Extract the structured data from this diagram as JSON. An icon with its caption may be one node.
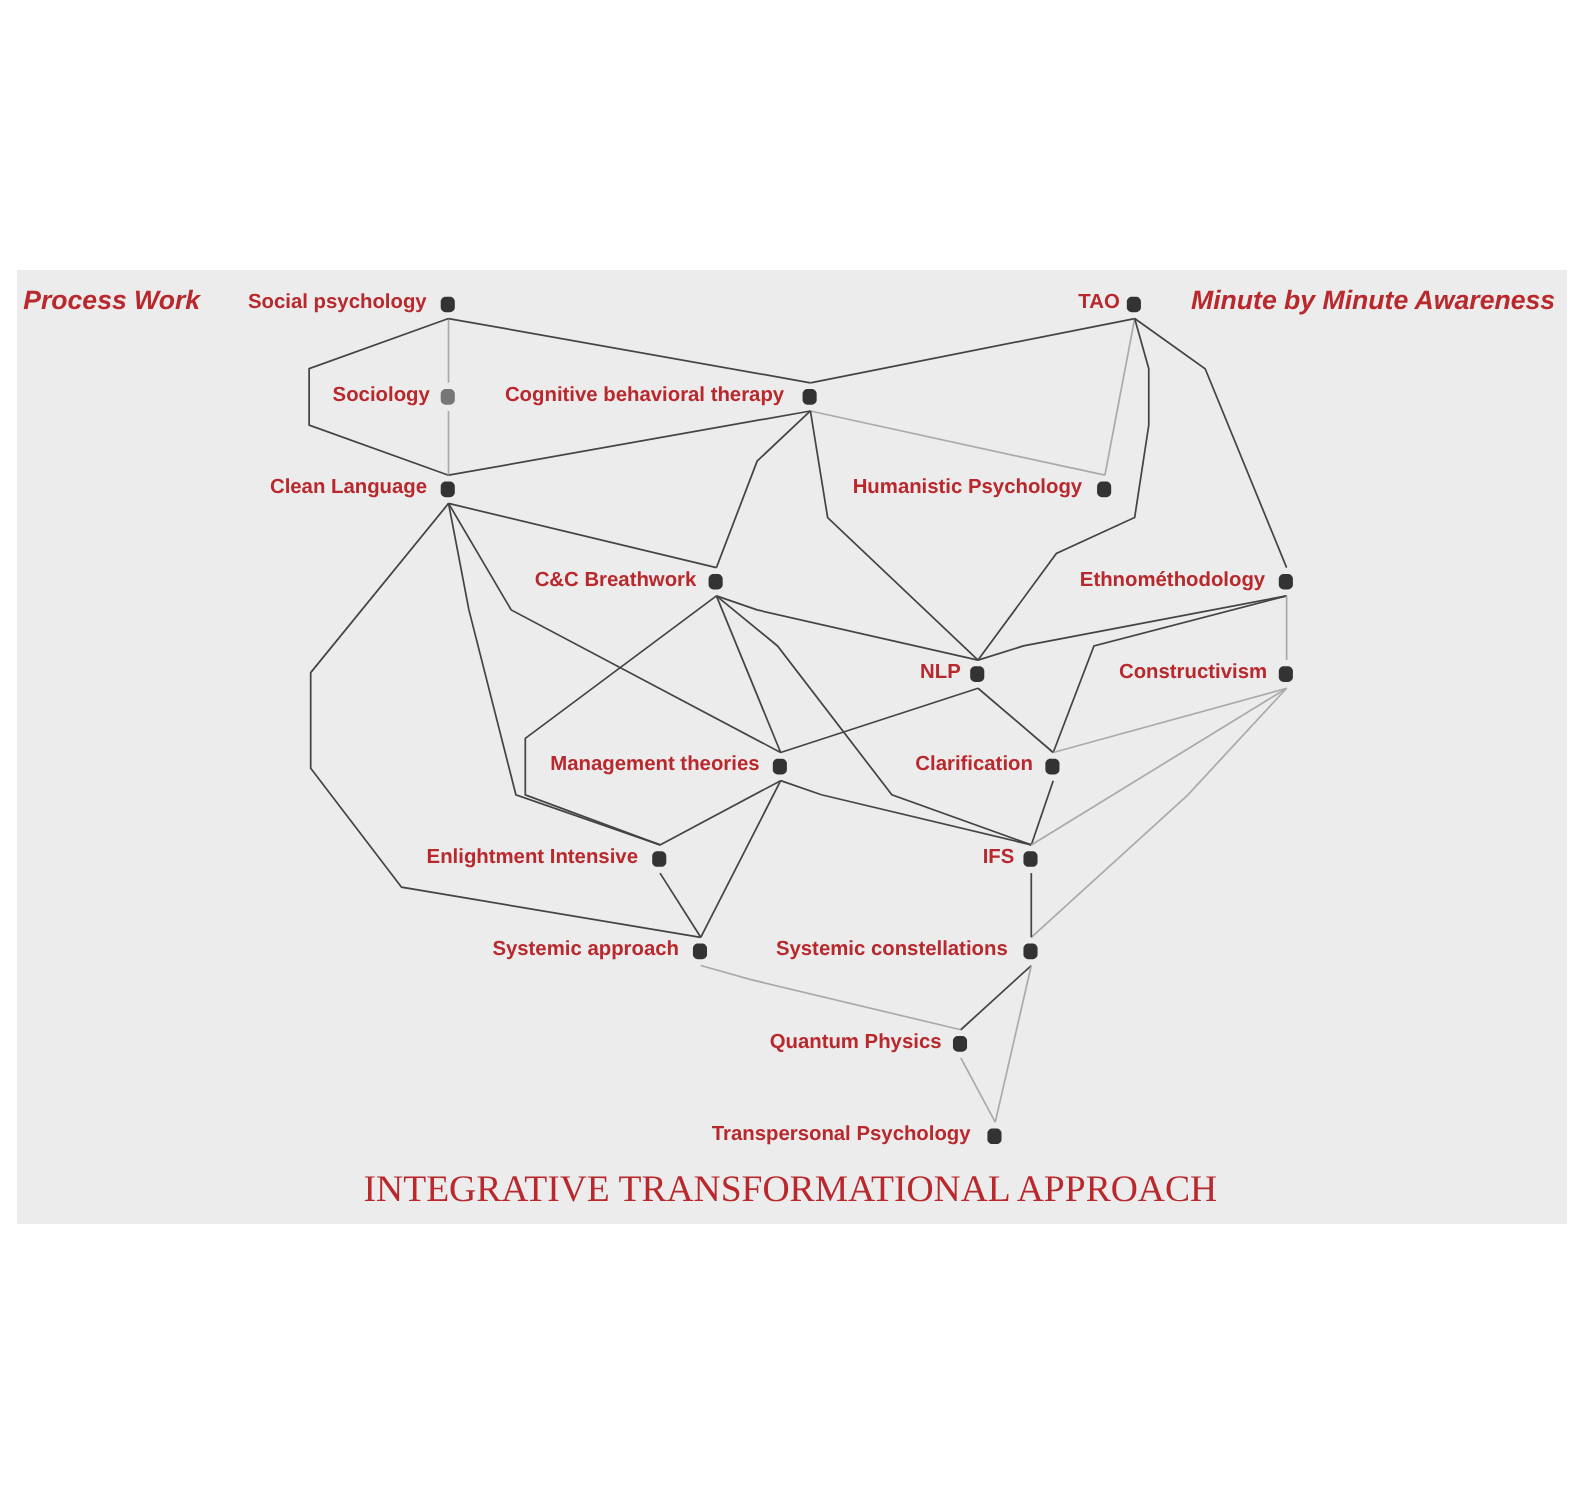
{
  "diagram": {
    "title": "INTEGRATIVE TRANSFORMATIONAL APPROACH",
    "nodes": [
      {
        "text": [
          "Social psychology"
        ]
      },
      {
        "text": [
          "Sociology"
        ]
      },
      {
        "text": [
          "Cognitive behavioral therapy"
        ]
      },
      {
        "text": [
          "TAO"
        ]
      },
      {
        "text": [
          "Humanistic Psychology"
        ]
      },
      {
        "text": [
          "Clean Language"
        ]
      },
      {
        "text": [
          "C&C Breathwork"
        ]
      },
      {
        "text": [
          "Ethnométhodology"
        ]
      },
      {
        "text": [
          "NLP"
        ]
      },
      {
        "text": [
          "Management theories"
        ]
      },
      {
        "text": [
          "Enlightment Intensive"
        ]
      },
      {
        "text": [
          "Clarification"
        ]
      },
      {
        "text": [
          "Constructivism"
        ]
      },
      {
        "text": [
          "IFS"
        ]
      },
      {
        "text": [
          "Systemic approach"
        ]
      },
      {
        "text": [
          "Quantum Physics"
        ]
      },
      {
        "text": [
          "Systemic constellations"
        ]
      },
      {
        "text": [
          "Transpersonal Psychology"
        ]
      }
    ],
    "edges": [
      {
        "from": 0,
        "to": 2,
        "arrow": "none"
      },
      {
        "from": 0,
        "to": 5,
        "arrow": "none"
      },
      {
        "from": 0,
        "to": 1,
        "arrow": "none",
        "color": "#aaaaaa"
      },
      {
        "from": 1,
        "to": 5,
        "arrow": "none",
        "color": "#aaaaaa"
      },
      {
        "from": 3,
        "to": 2,
        "arrow": "none"
      },
      {
        "from": 3,
        "to": 4,
        "arrow": "none",
        "color": "#aaaaaa"
      },
      {
        "from": 3,
        "to": 7,
        "arrow": "none"
      },
      {
        "from": 3,
        "to": 8,
        "arrow": "none"
      },
      {
        "from": 2,
        "to": 4,
        "arrow": "none",
        "color": "#aaaaaa"
      },
      {
        "from": 2,
        "to": 8,
        "arrow": "none"
      },
      {
        "from": 2,
        "to": 6,
        "arrow": "none"
      },
      {
        "from": 2,
        "to": 5,
        "arrow": "none"
      },
      {
        "from": 5,
        "to": 6,
        "arrow": "none"
      },
      {
        "from": 5,
        "to": 9,
        "arrow": "none"
      },
      {
        "from": 5,
        "to": 14,
        "arrow": "none"
      },
      {
        "from": 5,
        "to": 10,
        "arrow": "none"
      },
      {
        "from": 6,
        "to": 8,
        "arrow": "none"
      },
      {
        "from": 6,
        "to": 9,
        "arrow": "none"
      },
      {
        "from": 6,
        "to": 13,
        "arrow": "none"
      },
      {
        "from": 6,
        "to": 10,
        "arrow": "none"
      },
      {
        "from": 7,
        "to": 8,
        "arrow": "none"
      },
      {
        "from": 7,
        "to": 11,
        "arrow": "none"
      },
      {
        "from": 7,
        "to": 12,
        "arrow": "none",
        "color": "#aaaaaa"
      },
      {
        "from": 8,
        "to": 11,
        "arrow": "none"
      },
      {
        "from": 8,
        "to": 9,
        "arrow": "none"
      },
      {
        "from": 9,
        "to": 10,
        "arrow": "none"
      },
      {
        "from": 9,
        "to": 13,
        "arrow": "none"
      },
      {
        "from": 9,
        "to": 14,
        "arrow": "none"
      },
      {
        "from": 10,
        "to": 14,
        "arrow": "none"
      },
      {
        "from": 11,
        "to": 13,
        "arrow": "none"
      },
      {
        "from": 12,
        "to": 11,
        "arrow": "none",
        "color": "#aaaaaa"
      },
      {
        "from": 12,
        "to": 13,
        "arrow": "none",
        "color": "#aaaaaa"
      },
      {
        "from": 12,
        "to": 16,
        "arrow": "none",
        "color": "#aaaaaa"
      },
      {
        "from": 13,
        "to": 16,
        "arrow": "none"
      },
      {
        "from": 14,
        "to": 15,
        "arrow": "none",
        "color": "#aaaaaa"
      },
      {
        "from": 16,
        "to": 15,
        "arrow": "none"
      },
      {
        "from": 16,
        "to": 17,
        "arrow": "none",
        "color": "#aaaaaa"
      },
      {
        "from": 15,
        "to": 17,
        "arrow": "none",
        "color": "#aaaaaa"
      }
    ],
    "labels": [
      "Process Work",
      "Minute by Minute Awareness"
    ]
  }
}
